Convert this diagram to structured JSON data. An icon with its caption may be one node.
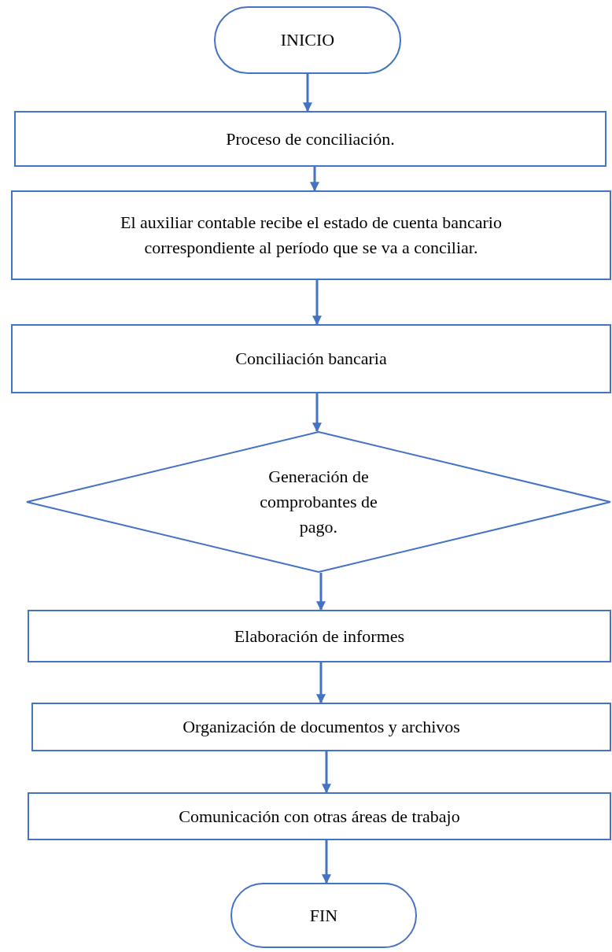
{
  "diagram": {
    "nodes": [
      {
        "text": [
          "INICIO"
        ]
      },
      {
        "text": [
          "Proceso de conciliación."
        ]
      },
      {
        "text": [
          "El auxiliar contable recibe el estado de cuenta bancario correspondiente al período que se va a conciliar."
        ]
      },
      {
        "text": [
          "Conciliación bancaria"
        ]
      },
      {
        "text": [
          "Generación de comprobantes de pago."
        ]
      },
      {
        "text": [
          "Elaboración de informes"
        ]
      },
      {
        "text": [
          "Organización de documentos y archivos"
        ]
      },
      {
        "text": [
          "Comunicación con otras áreas de trabajo"
        ]
      },
      {
        "text": [
          "FIN"
        ]
      }
    ],
    "edges": [
      {
        "from": 0,
        "to": 1,
        "arrow": "to"
      },
      {
        "from": 1,
        "to": 2,
        "arrow": "to"
      },
      {
        "from": 2,
        "to": 3,
        "arrow": "to"
      },
      {
        "from": 3,
        "to": 4,
        "arrow": "to"
      },
      {
        "from": 4,
        "to": 5,
        "arrow": "to"
      },
      {
        "from": 5,
        "to": 6,
        "arrow": "to"
      },
      {
        "from": 6,
        "to": 7,
        "arrow": "to"
      },
      {
        "from": 7,
        "to": 8,
        "arrow": "to"
      }
    ]
  }
}
